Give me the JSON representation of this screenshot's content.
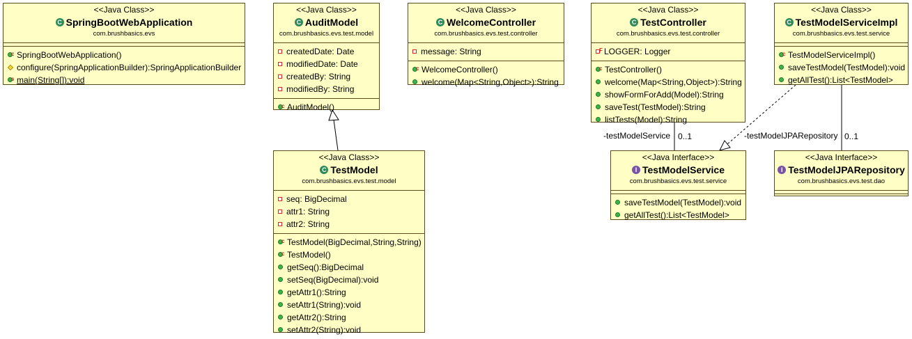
{
  "classes": {
    "springboot": {
      "stereotype": "<<Java Class>>",
      "name": "SpringBootWebApplication",
      "package": "com.brushbasics.evs",
      "methods": [
        {
          "vis": "public",
          "mod": "C",
          "text": "SpringBootWebApplication()"
        },
        {
          "vis": "protected",
          "mod": "",
          "text": "configure(SpringApplicationBuilder):SpringApplicationBuilder"
        },
        {
          "vis": "public",
          "mod": "S",
          "text": "main(String[]):void"
        }
      ]
    },
    "auditmodel": {
      "stereotype": "<<Java Class>>",
      "name": "AuditModel",
      "package": "com.brushbasics.evs.test.model",
      "fields": [
        "createdDate: Date",
        "modifiedDate: Date",
        "createdBy: String",
        "modifiedBy: String"
      ],
      "methods": [
        {
          "vis": "public",
          "mod": "C",
          "text": "AuditModel()"
        }
      ]
    },
    "welcome": {
      "stereotype": "<<Java Class>>",
      "name": "WelcomeController",
      "package": "com.brushbasics.evs.test.controller",
      "fields": [
        "message: String"
      ],
      "methods": [
        {
          "vis": "public",
          "mod": "C",
          "text": "WelcomeController()"
        },
        {
          "vis": "public",
          "mod": "",
          "text": "welcome(Map<String,Object>):String"
        }
      ]
    },
    "testcontroller": {
      "stereotype": "<<Java Class>>",
      "name": "TestController",
      "package": "com.brushbasics.evs.test.controller",
      "fields": [
        "LOGGER: Logger"
      ],
      "methods": [
        {
          "vis": "public",
          "mod": "C",
          "text": "TestController()"
        },
        {
          "vis": "public",
          "mod": "",
          "text": "welcome(Map<String,Object>):String"
        },
        {
          "vis": "public",
          "mod": "",
          "text": "showFormForAdd(Model):String"
        },
        {
          "vis": "public",
          "mod": "",
          "text": "saveTest(TestModel):String"
        },
        {
          "vis": "public",
          "mod": "",
          "text": "listTests(Model):String"
        }
      ]
    },
    "serviceimpl": {
      "stereotype": "<<Java Class>>",
      "name": "TestModelServiceImpl",
      "package": "com.brushbasics.evs.test.service",
      "methods": [
        {
          "vis": "public",
          "mod": "C",
          "text": "TestModelServiceImpl()"
        },
        {
          "vis": "public",
          "mod": "",
          "text": "saveTestModel(TestModel):void"
        },
        {
          "vis": "public",
          "mod": "",
          "text": "getAllTest():List<TestModel>"
        }
      ]
    },
    "testmodel": {
      "stereotype": "<<Java Class>>",
      "name": "TestModel",
      "package": "com.brushbasics.evs.test.model",
      "fields": [
        "seq: BigDecimal",
        "attr1: String",
        "attr2: String"
      ],
      "methods": [
        {
          "vis": "public",
          "mod": "C",
          "text": "TestModel(BigDecimal,String,String)"
        },
        {
          "vis": "public",
          "mod": "C",
          "text": "TestModel()"
        },
        {
          "vis": "public",
          "mod": "",
          "text": "getSeq():BigDecimal"
        },
        {
          "vis": "public",
          "mod": "",
          "text": "setSeq(BigDecimal):void"
        },
        {
          "vis": "public",
          "mod": "",
          "text": "getAttr1():String"
        },
        {
          "vis": "public",
          "mod": "",
          "text": "setAttr1(String):void"
        },
        {
          "vis": "public",
          "mod": "",
          "text": "getAttr2():String"
        },
        {
          "vis": "public",
          "mod": "",
          "text": "setAttr2(String):void"
        }
      ]
    },
    "service": {
      "stereotype": "<<Java Interface>>",
      "name": "TestModelService",
      "package": "com.brushbasics.evs.test.service",
      "methods": [
        {
          "vis": "public",
          "mod": "",
          "text": "saveTestModel(TestModel):void"
        },
        {
          "vis": "public",
          "mod": "",
          "text": "getAllTest():List<TestModel>"
        }
      ]
    },
    "jparepo": {
      "stereotype": "<<Java Interface>>",
      "name": "TestModelJPARepository",
      "package": "com.brushbasics.evs.test.dao"
    }
  },
  "connectors": {
    "testModelService_role": "-testModelService",
    "testModelService_mult": "0..1",
    "jpaRepository_role": "-testModelJPARepository",
    "jpaRepository_mult": "0..1"
  },
  "colors": {
    "class_fill": "#ffffc5",
    "border": "#5a4a1c",
    "class_icon": "#2e8b57",
    "interface_icon": "#7a52a8"
  }
}
